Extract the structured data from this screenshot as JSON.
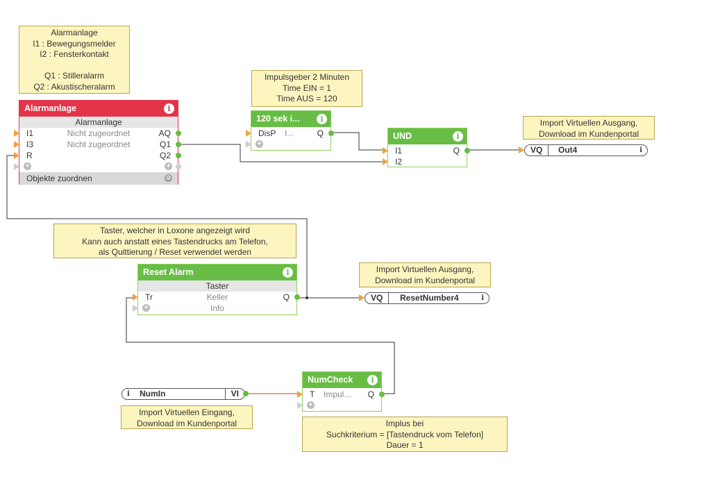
{
  "notes": {
    "alarm": "Alarmanlage\nI1 : Bewegungsmelder\nI2 : Fensterkontakt\n\nQ1 : Stilleralarm\nQ2 : Akustischeralarm",
    "pulse": "Impulsgeber 2 Minuten\nTime EIN = 1\nTime AUS = 120",
    "import_out4": "Import Virtuellen Ausgang,\nDownload im Kundenportal",
    "taster": "Taster, welcher in Loxone angezeigt wird\nKann auch anstatt eines Tastendrucks am Telefon,\nals Quittierung / Reset verwendet werden",
    "import_reset": "Import Virtuellen Ausgang,\nDownload im Kundenportal",
    "import_in": "Import Virtuellen Eingang,\nDownload im Kundenportal",
    "impulse": "Implus bei\nSuchkriterium = [Tastendruck vom Telefon]\nDauer = 1"
  },
  "alarm_block": {
    "title": "Alarmanlage",
    "subtitle": "Alarmanlage",
    "rows": [
      {
        "in": "I1",
        "mid": "Nicht zugeordnet",
        "out": "AQ"
      },
      {
        "in": "I3",
        "mid": "Nicht zugeordnet",
        "out": "Q1"
      },
      {
        "in": "R",
        "mid": "",
        "out": "Q2"
      }
    ],
    "footer": "Objekte zuordnen"
  },
  "pulse_block": {
    "title": "120 sek i...",
    "in": "DisP",
    "mid": "I...",
    "out": "Q"
  },
  "und_block": {
    "title": "UND",
    "in1": "I1",
    "in2": "I2",
    "out": "Q"
  },
  "reset_block": {
    "title": "Reset Alarm",
    "subtitle": "Taster",
    "in": "Tr",
    "mid": "Keller",
    "out": "Q",
    "info": "Info"
  },
  "numcheck_block": {
    "title": "NumCheck",
    "in": "T",
    "mid": "Impul...",
    "out": "Q"
  },
  "vo_out4": {
    "type": "VQ",
    "name": "Out4"
  },
  "vo_reset": {
    "type": "VQ",
    "name": "ResetNumber4"
  },
  "vi_numin": {
    "type": "VI",
    "name": "NumIn"
  },
  "colors": {
    "green": "#67bd45",
    "red": "#e3344a",
    "note": "#fdf5c0",
    "input_arrow": "#f0a23a"
  },
  "icons": [
    "info-icon",
    "plus-icon",
    "gear-icon",
    "input-arrow-icon"
  ]
}
